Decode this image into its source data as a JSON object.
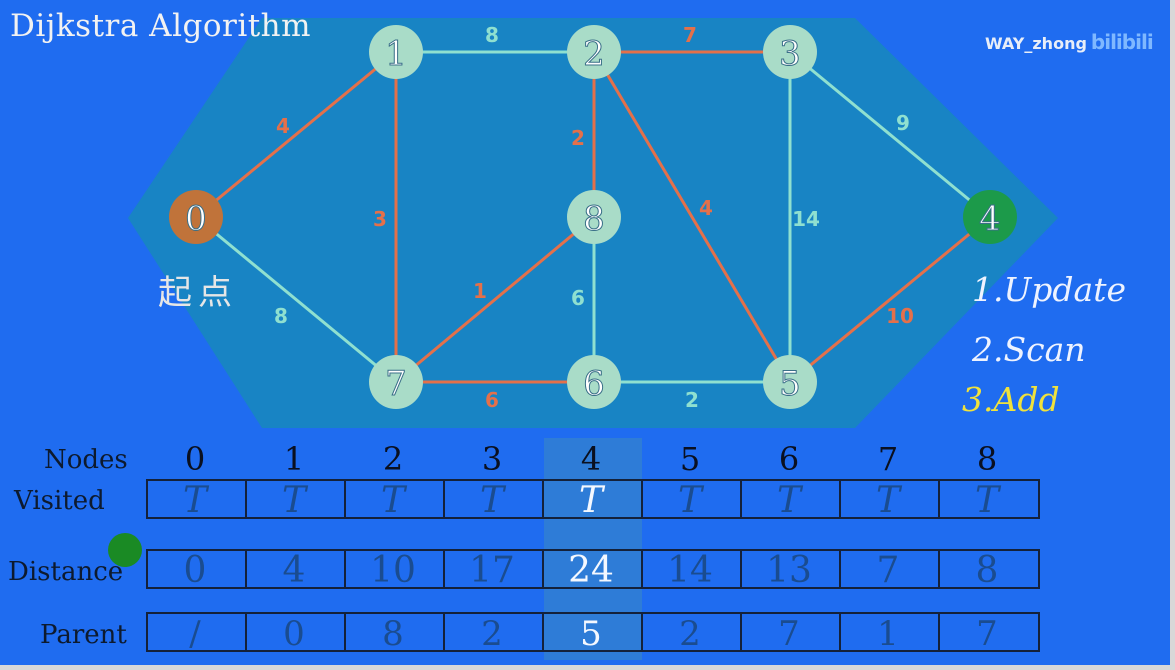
{
  "title": "Dijkstra Algorithm",
  "watermark": {
    "text": "WAY_zhong",
    "logo": "bilibili"
  },
  "start_label": "起点",
  "steps": [
    "1.Update",
    "2.Scan",
    "3.Add"
  ],
  "colors": {
    "background": "#1f6cf0",
    "hexagon": "#1884c4",
    "node_fill": "#a9dcc8",
    "start_node": "#c0733a",
    "target_node": "#1c9a4a",
    "edge_default": "#8fe0d0",
    "edge_path": "#e4704a",
    "step_active": "#f0e23c"
  },
  "graph": {
    "nodes": [
      {
        "id": "0",
        "label": "0",
        "role": "start"
      },
      {
        "id": "1",
        "label": "1"
      },
      {
        "id": "2",
        "label": "2"
      },
      {
        "id": "3",
        "label": "3"
      },
      {
        "id": "4",
        "label": "4",
        "role": "current"
      },
      {
        "id": "5",
        "label": "5"
      },
      {
        "id": "6",
        "label": "6"
      },
      {
        "id": "7",
        "label": "7"
      },
      {
        "id": "8",
        "label": "8"
      }
    ],
    "edges": [
      {
        "from": "0",
        "to": "1",
        "weight": "4",
        "path": true
      },
      {
        "from": "0",
        "to": "7",
        "weight": "8",
        "path": false
      },
      {
        "from": "1",
        "to": "2",
        "weight": "8",
        "path": false
      },
      {
        "from": "1",
        "to": "7",
        "weight": "3",
        "path": true
      },
      {
        "from": "2",
        "to": "3",
        "weight": "7",
        "path": true
      },
      {
        "from": "2",
        "to": "8",
        "weight": "2",
        "path": true
      },
      {
        "from": "2",
        "to": "5",
        "weight": "4",
        "path": true
      },
      {
        "from": "3",
        "to": "4",
        "weight": "9",
        "path": false
      },
      {
        "from": "3",
        "to": "5",
        "weight": "14",
        "path": false
      },
      {
        "from": "4",
        "to": "5",
        "weight": "10",
        "path": true
      },
      {
        "from": "5",
        "to": "6",
        "weight": "2",
        "path": false
      },
      {
        "from": "6",
        "to": "7",
        "weight": "6",
        "path": true
      },
      {
        "from": "6",
        "to": "8",
        "weight": "6",
        "path": false
      },
      {
        "from": "7",
        "to": "8",
        "weight": "1",
        "path": true
      }
    ]
  },
  "table": {
    "labels": {
      "nodes": "Nodes",
      "visited": "Visited",
      "distance": "Distance",
      "parent": "Parent"
    },
    "nodes": [
      "0",
      "1",
      "2",
      "3",
      "4",
      "5",
      "6",
      "7",
      "8"
    ],
    "visited": [
      "T",
      "T",
      "T",
      "T",
      "T",
      "T",
      "T",
      "T",
      "T"
    ],
    "distance": [
      "0",
      "4",
      "10",
      "17",
      "24",
      "14",
      "13",
      "7",
      "8"
    ],
    "parent": [
      "/",
      "0",
      "8",
      "2",
      "5",
      "2",
      "7",
      "1",
      "7"
    ],
    "highlight_node": "4"
  }
}
